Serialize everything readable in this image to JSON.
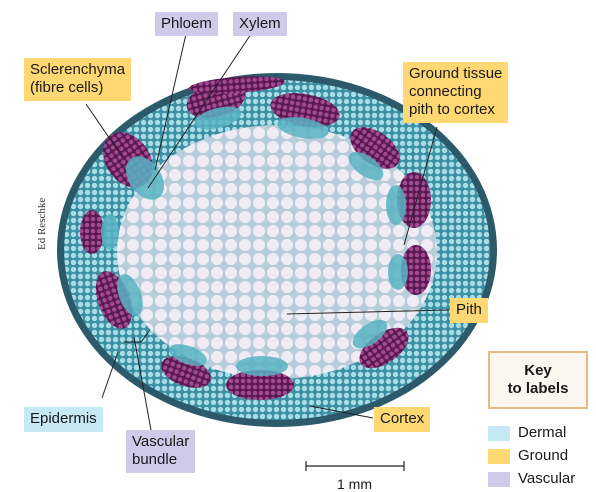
{
  "labels": {
    "phloem": "Phloem",
    "xylem": "Xylem",
    "sclerenchyma": [
      "Sclerenchyma",
      "(fibre cells)"
    ],
    "ground_tissue": [
      "Ground tissue",
      "connecting",
      "pith to cortex"
    ],
    "pith": "Pith",
    "epidermis": "Epidermis",
    "vascular_bundle": [
      "Vascular",
      "bundle"
    ],
    "cortex": "Cortex"
  },
  "key": {
    "title_line1": "Key",
    "title_line2": "to labels",
    "entries": [
      {
        "label": "Dermal",
        "color": "#c6e9f5"
      },
      {
        "label": "Ground",
        "color": "#ffd873"
      },
      {
        "label": "Vascular",
        "color": "#cfc9ea"
      }
    ]
  },
  "credit": "Ed Reschke",
  "scale_bar": "1 mm",
  "colors": {
    "epidermis": "#2d5a6a",
    "tissue_cyan": "#7cc6d4",
    "pith_cells": "#f1eef6",
    "sclerenchyma": "#7d2a6a",
    "xylem": "#4aa3b5"
  }
}
